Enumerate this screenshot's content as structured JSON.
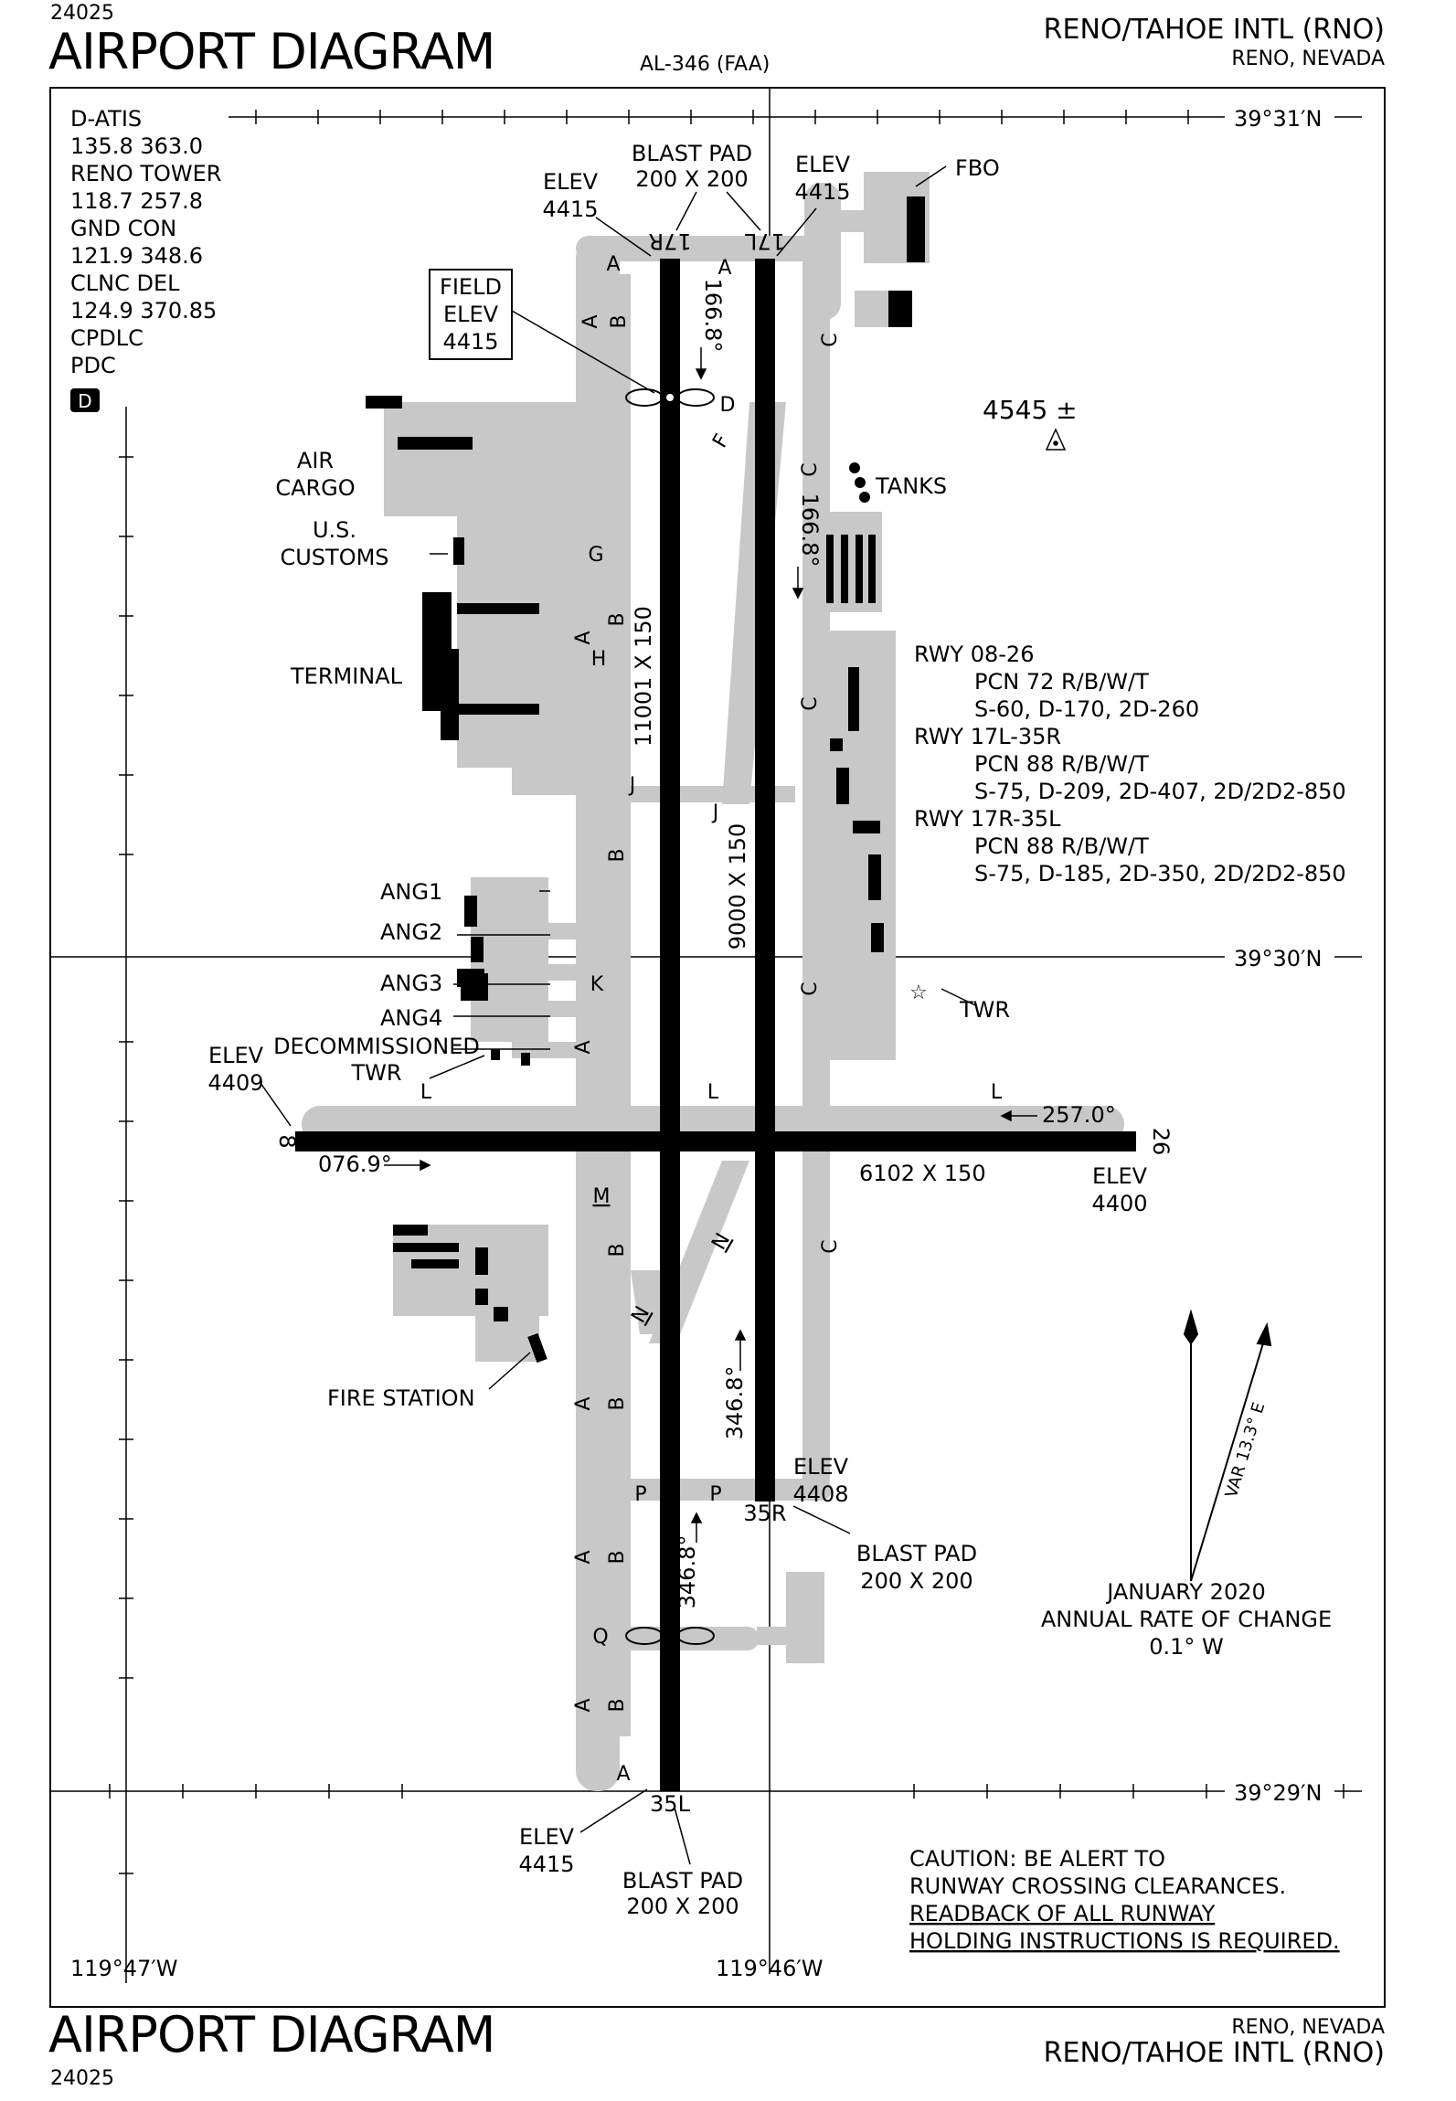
{
  "header": {
    "chart_number": "24025",
    "title": "AIRPORT DIAGRAM",
    "airport_name": "RENO/TAHOE INTL (RNO)",
    "location": "RENO, NEVADA",
    "procedure_id": "AL-346 (FAA)"
  },
  "footer": {
    "chart_number": "24025",
    "title": "AIRPORT DIAGRAM",
    "airport_name": "RENO/TAHOE INTL (RNO)",
    "location": "RENO, NEVADA"
  },
  "frequencies": [
    "D-ATIS",
    "135.8 363.0",
    "RENO TOWER",
    "118.7 257.8",
    "GND CON",
    "121.9  348.6",
    "CLNC DEL",
    "124.9  370.85",
    "CPDLC",
    "PDC"
  ],
  "datalink_badge": "D",
  "coordinates": {
    "lat_top": "39°31′N",
    "lat_mid": "39°30′N",
    "lat_bottom": "39°29′N",
    "lon_left": "119°47′W",
    "lon_mid": "119°46′W"
  },
  "field_elev": {
    "line1": "FIELD",
    "line2": "ELEV",
    "line3": "4415"
  },
  "runway_data": {
    "rwy1": "RWY 08-26",
    "rwy1_pcn": "PCN 72 R/B/W/T",
    "rwy1_gear": "S-60, D-170, 2D-260",
    "rwy2": "RWY 17L-35R",
    "rwy2_pcn": "PCN 88 R/B/W/T",
    "rwy2_gear": "S-75, D-209, 2D-407, 2D/2D2-850",
    "rwy3": "RWY 17R-35L",
    "rwy3_pcn": "PCN 88 R/B/W/T",
    "rwy3_gear": "S-75, D-185, 2D-350, 2D/2D2-850"
  },
  "runways": {
    "r17r": "17R",
    "r17l": "17L",
    "r35r": "35R",
    "r35l": "35L",
    "r8": "8",
    "r26": "26",
    "dim_17r": "11001 X 150",
    "dim_17l": "9000 X 150",
    "dim_08": "6102 X 150",
    "hdg_1668": "166.8°",
    "hdg_3468": "346.8°",
    "hdg_0769": "076.9°",
    "hdg_2570": "257.0°"
  },
  "elevations": {
    "elev": "ELEV",
    "e_17r": "4415",
    "e_17l": "4415",
    "e_08": "4409",
    "e_26": "4400",
    "e_35r": "4408",
    "e_35l": "4415",
    "terrain": "4545 ±"
  },
  "blast_pad": {
    "label": "BLAST PAD",
    "size": "200 X 200"
  },
  "labels": {
    "fbo": "FBO",
    "tanks": "TANKS",
    "air_cargo_1": "AIR",
    "air_cargo_2": "CARGO",
    "customs_1": "U.S.",
    "customs_2": "CUSTOMS",
    "terminal": "TERMINAL",
    "ang1": "ANG1",
    "ang2": "ANG2",
    "ang3": "ANG3",
    "ang4": "ANG4",
    "decom_1": "DECOMMISSIONED",
    "decom_2": "TWR",
    "twr": "TWR",
    "fire_station": "FIRE STATION"
  },
  "taxiways": {
    "A": "A",
    "B": "B",
    "C": "C",
    "D": "D",
    "F": "F",
    "G": "G",
    "H": "H",
    "J": "J",
    "K": "K",
    "L": "L",
    "M": "M",
    "N": "N",
    "P": "P",
    "Q": "Q"
  },
  "magnetic": {
    "var": "VAR 13.3° E",
    "date_line": "JANUARY 2020",
    "change_line": "ANNUAL RATE OF CHANGE",
    "rate": "0.1° W"
  },
  "caution": {
    "line1": "CAUTION: BE ALERT TO",
    "line2": "RUNWAY CROSSING CLEARANCES.",
    "line3": "READBACK OF ALL RUNWAY",
    "line4": "HOLDING INSTRUCTIONS IS REQUIRED."
  },
  "colors": {
    "pavement": "#c8c8c8",
    "runway": "#000000",
    "frame": "#000000"
  }
}
